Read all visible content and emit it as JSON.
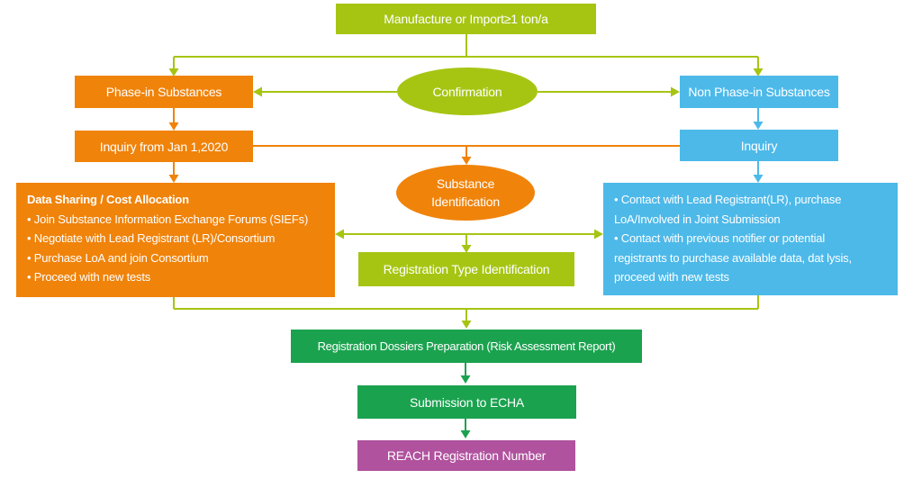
{
  "colors": {
    "lime": "#a6c513",
    "orange": "#f0830a",
    "blue": "#4db9e9",
    "green": "#1ba24f",
    "purple": "#b0529e",
    "text_on_fill": "#ffffff"
  },
  "nodes": {
    "manufacture": {
      "label": "Manufacture or Import≥1 ton/a"
    },
    "confirmation": {
      "label": "Confirmation"
    },
    "phase_in": {
      "label": "Phase-in Substances"
    },
    "non_phase_in": {
      "label": "Non Phase-in Substances"
    },
    "inquiry_2020": {
      "label": "Inquiry from Jan 1,2020"
    },
    "inquiry": {
      "label": "Inquiry"
    },
    "substance_identification": {
      "label": "Substance Identification"
    },
    "data_sharing": {
      "title": "Data Sharing / Cost Allocation",
      "lines": [
        "• Join Substance Information Exchange Forums (SIEFs)",
        "• Negotiate with Lead Registrant (LR)/Consortium",
        "• Purchase LoA and join Consortium",
        "• Proceed with new tests"
      ]
    },
    "contact_lead": {
      "lines": [
        "• Contact with Lead Registrant(LR), purchase",
        "LoA/Involved in Joint Submission",
        "• Contact with previous notifier or potential",
        "registrants to purchase available data, dat lysis,",
        "proceed with new tests"
      ]
    },
    "registration_type": {
      "label": "Registration Type Identification"
    },
    "dossiers": {
      "label": "Registration Dossiers Preparation (Risk Assessment Report)"
    },
    "submission": {
      "label": "Submission to ECHA"
    },
    "reach": {
      "label": "REACH Registration Number"
    }
  }
}
